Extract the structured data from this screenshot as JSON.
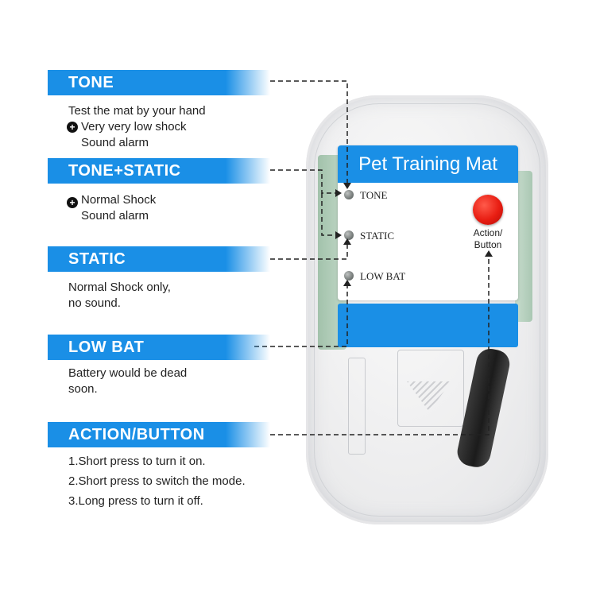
{
  "device": {
    "title": "Pet Training Mat",
    "indicators": [
      {
        "label": "TONE"
      },
      {
        "label": "STATIC"
      },
      {
        "label": "LOW BAT"
      }
    ],
    "button_label_lines": [
      "Action/",
      "Button"
    ],
    "colors": {
      "accent": "#1a8fe6",
      "button": "#e81d12",
      "led": "#6c7270"
    }
  },
  "callouts": {
    "tone": {
      "title": "TONE",
      "lines": [
        "Test the mat by your hand"
      ],
      "plus_lines": [
        "Very very low shock",
        "Sound alarm"
      ]
    },
    "tone_static": {
      "title": "TONE+STATIC",
      "plus_lines": [
        "Normal Shock",
        "Sound alarm"
      ]
    },
    "static": {
      "title": "STATIC",
      "lines": [
        "Normal Shock only,",
        "no sound."
      ]
    },
    "low_bat": {
      "title": "LOW BAT",
      "lines": [
        "Battery would be dead",
        "soon."
      ]
    },
    "action_button": {
      "title": "ACTION/BUTTON",
      "steps": [
        "1.Short press to turn it on.",
        "2.Short press to switch the mode.",
        "3.Long press to turn it off."
      ]
    }
  },
  "icons": {
    "plus": "plus-circle-icon",
    "button": "red-button",
    "led": "indicator-led"
  }
}
